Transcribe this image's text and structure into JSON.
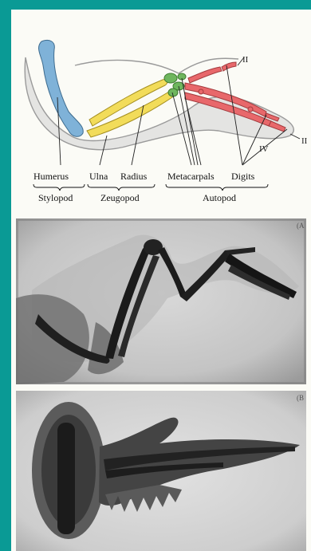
{
  "diagram": {
    "bone_labels": {
      "humerus": "Humerus",
      "ulna": "Ulna",
      "radius": "Radius",
      "metacarpals": "Metacarpals",
      "digits": "Digits"
    },
    "region_labels": {
      "stylopod": "Stylopod",
      "zeugopod": "Zeugopod",
      "autopod": "Autopod"
    },
    "digit_labels": {
      "top": "II",
      "middle": "IV",
      "tip": "II"
    },
    "colors": {
      "humerus": "#7fb2d8",
      "ulna_radius": "#f2dc5a",
      "carpals": "#6fb65e",
      "digits": "#e8686b",
      "limb_outline": "#d6d6d6"
    }
  },
  "photos": {
    "panel_a_label": "(A",
    "panel_b_label": "(B"
  }
}
